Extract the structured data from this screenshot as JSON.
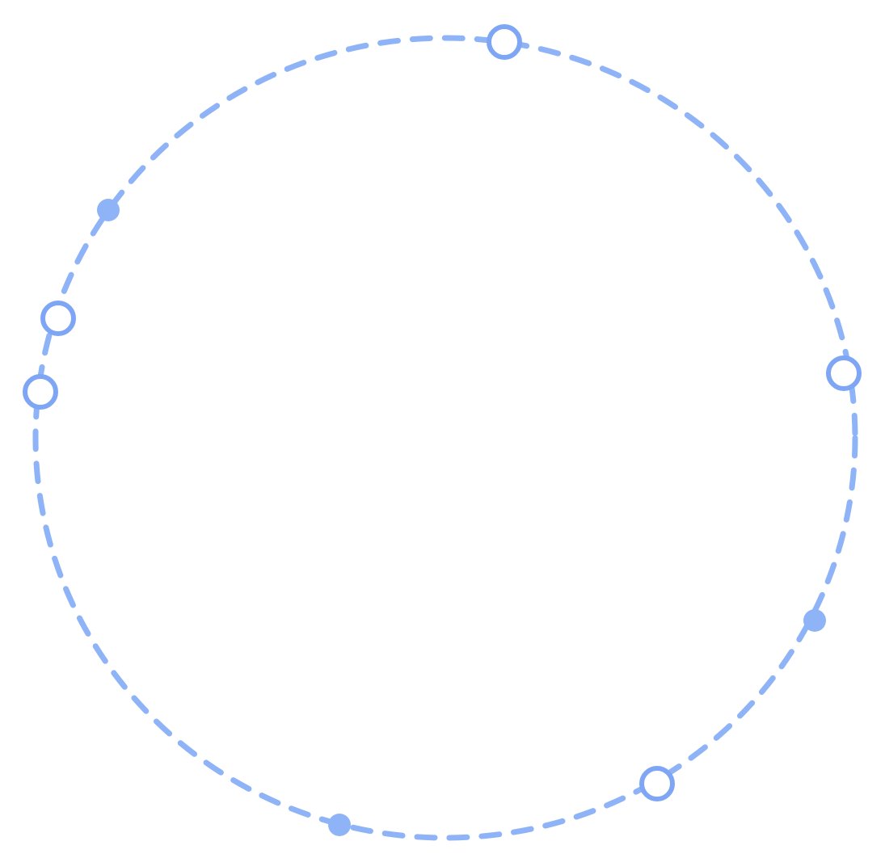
{
  "colors": {
    "background": "#ffffff",
    "ring": "#8fb3f7",
    "marker_stroke": "#7ea6f4",
    "marker_fill_filled": "#8fb3f7",
    "marker_fill_hollow": "#ffffff"
  },
  "ring": {
    "style": "dashed"
  },
  "markers": [
    {
      "id": "m1",
      "kind": "hollow"
    },
    {
      "id": "m2",
      "kind": "hollow"
    },
    {
      "id": "m3",
      "kind": "filled"
    },
    {
      "id": "m4",
      "kind": "hollow"
    },
    {
      "id": "m5",
      "kind": "filled"
    },
    {
      "id": "m6",
      "kind": "filled"
    },
    {
      "id": "m7",
      "kind": "hollow"
    },
    {
      "id": "m8",
      "kind": "hollow"
    }
  ]
}
